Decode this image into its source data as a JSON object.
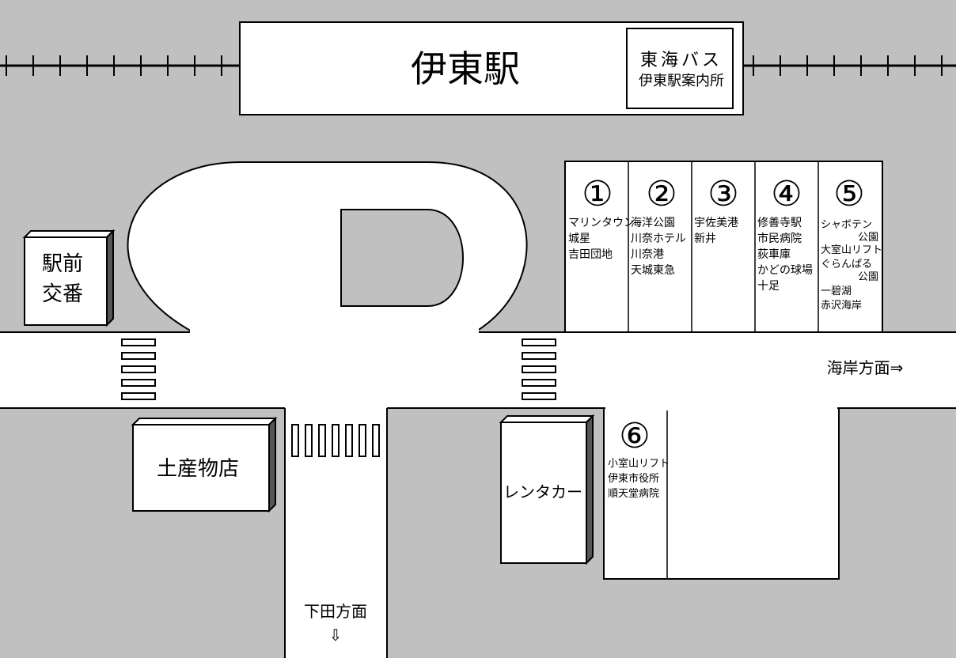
{
  "station": {
    "name": "伊東駅",
    "bus_office": {
      "line1": "東海バス",
      "line2": "伊東駅案内所"
    }
  },
  "landmarks": {
    "police_box": {
      "line1": "駅前",
      "line2": "交番"
    },
    "souvenir_shop": "土産物店",
    "rental_car": "レンタカー"
  },
  "bus_stops": [
    {
      "number": "①",
      "lines": [
        "マリンタウン",
        "城星",
        "吉田団地"
      ]
    },
    {
      "number": "②",
      "lines": [
        "海洋公園",
        "川奈ホテル",
        "川奈港",
        "天城東急"
      ]
    },
    {
      "number": "③",
      "lines": [
        "宇佐美港",
        "新井"
      ]
    },
    {
      "number": "④",
      "lines": [
        "修善寺駅",
        "市民病院",
        "荻車庫",
        "かどの球場",
        "十足"
      ]
    },
    {
      "number": "⑤",
      "lines": [
        "シャボテン",
        "公園",
        "大室山リフト",
        "ぐらんぱる",
        "公園",
        "一碧湖",
        "赤沢海岸"
      ]
    },
    {
      "number": "⑥",
      "lines": [
        "小室山リフト",
        "伊東市役所",
        "順天堂病院"
      ]
    }
  ],
  "directions": {
    "coast": "海岸方面⇒",
    "shimoda": "下田方面",
    "shimoda_arrow": "⇩"
  }
}
